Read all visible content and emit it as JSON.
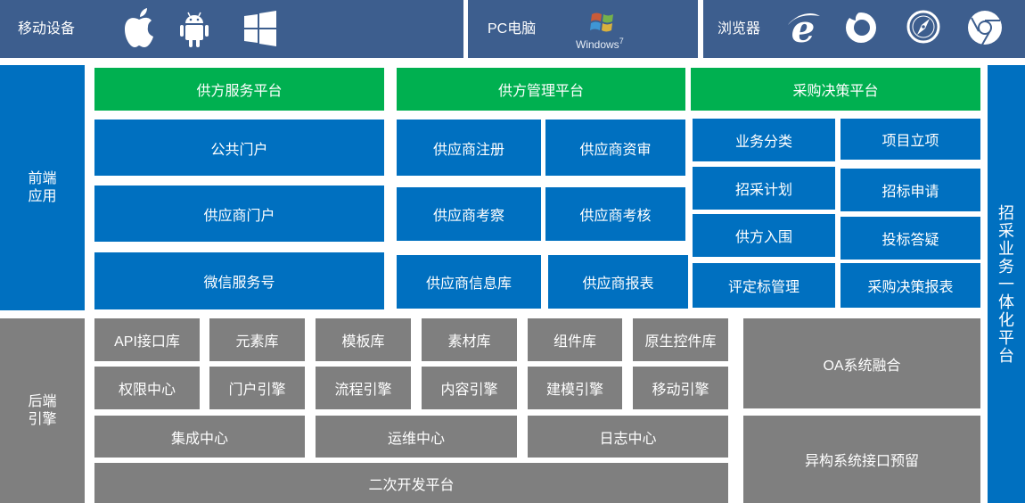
{
  "top_bar": {
    "mobile": {
      "label": "移动设备",
      "icons": [
        "apple-icon",
        "android-icon",
        "windows-icon"
      ]
    },
    "pc": {
      "label": "PC电脑",
      "logo_text": "Windows",
      "logo_version": "7"
    },
    "browser": {
      "label": "浏览器",
      "icons": [
        "ie-icon",
        "firefox-icon",
        "safari-icon",
        "chrome-icon"
      ]
    }
  },
  "frontend": {
    "label": "前端\n应用",
    "platforms": [
      "供方服务平台",
      "供方管理平台",
      "采购决策平台"
    ],
    "col1": [
      "公共门户",
      "供应商门户",
      "微信服务号"
    ],
    "col2": [
      "供应商注册",
      "供应商资审",
      "供应商考察",
      "供应商考核",
      "供应商信息库",
      "供应商报表"
    ],
    "col3": [
      "业务分类",
      "项目立项",
      "招采计划",
      "招标申请",
      "供方入围",
      "投标答疑",
      "评定标管理",
      "采购决策报表"
    ]
  },
  "backend": {
    "label": "后端\n引擎",
    "row1": [
      "API接口库",
      "元素库",
      "模板库",
      "素材库",
      "组件库",
      "原生控件库"
    ],
    "row2": [
      "权限中心",
      "门户引擎",
      "流程引擎",
      "内容引擎",
      "建模引擎",
      "移动引擎"
    ],
    "row3": [
      "集成中心",
      "运维中心",
      "日志中心"
    ],
    "row4": "二次开发平台",
    "right": [
      "OA系统融合",
      "异构系统接口预留"
    ]
  },
  "integration": {
    "label": [
      "招",
      "采",
      "业",
      "务",
      "一",
      "体",
      "化",
      "平",
      "台"
    ]
  },
  "colors": {
    "navy": "#3d5e8e",
    "green": "#00b050",
    "blue": "#0070c0",
    "gray": "#7f7f7f"
  }
}
